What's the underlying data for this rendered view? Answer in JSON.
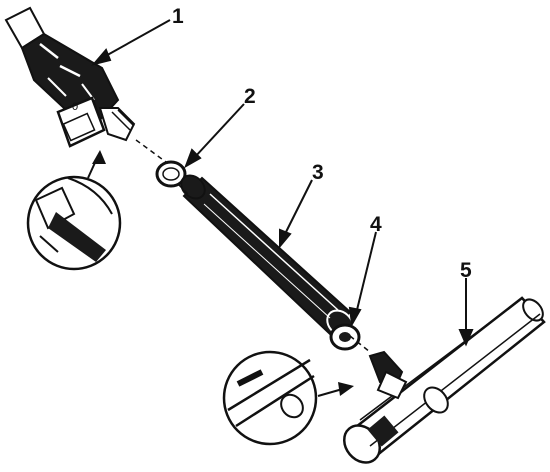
{
  "callouts": {
    "c1": "1",
    "c2": "2",
    "c3": "3",
    "c4": "4",
    "c5": "5"
  },
  "colors": {
    "ink": "#111111",
    "part_fill": "#1a1a1a",
    "highlight": "#ffffff",
    "background": "#ffffff"
  }
}
